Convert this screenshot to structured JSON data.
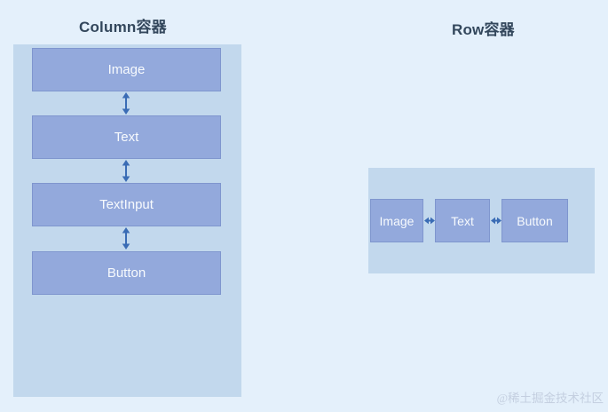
{
  "titles": {
    "column": "Column容器",
    "row": "Row容器"
  },
  "column_container": {
    "items": [
      "Image",
      "Text",
      "TextInput",
      "Button"
    ]
  },
  "row_container": {
    "items": [
      "Image",
      "Text",
      "Button"
    ]
  },
  "watermark": {
    "text": "@稀土掘金技术社区"
  },
  "icons": {
    "vertical_connector": "double-arrow-vertical-icon",
    "horizontal_connector": "double-arrow-horizontal-icon"
  },
  "colors": {
    "page_background": "#e4f0fb",
    "container_fill": "#c2d8ed",
    "box_fill": "#93a9dc",
    "box_border": "#7f96ce",
    "box_text": "#f7fafd",
    "arrow": "#3a6cb5",
    "title_text": "#33475c",
    "watermark_text": "#c4cfe0"
  }
}
